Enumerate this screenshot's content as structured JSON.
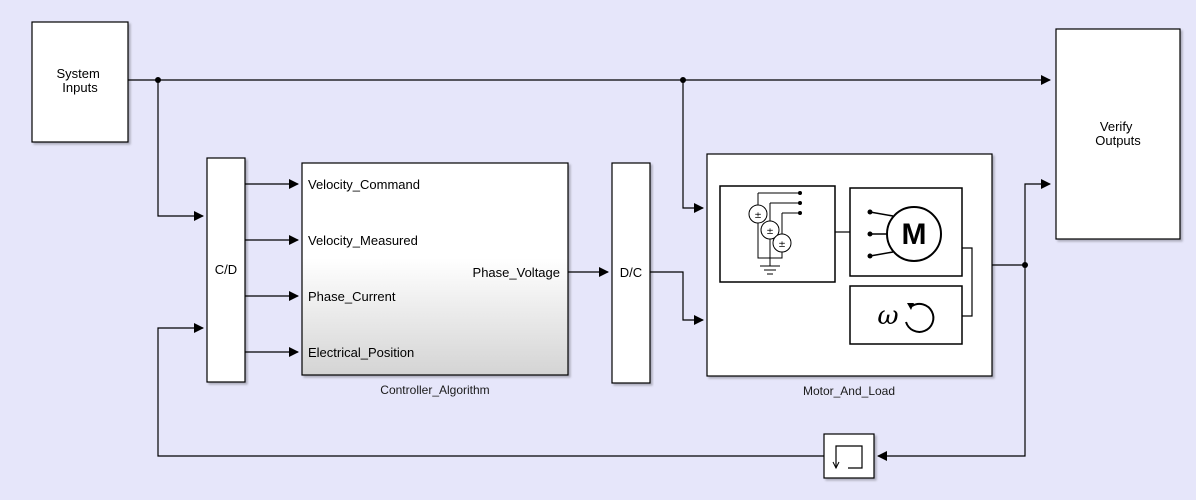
{
  "blocks": {
    "system_inputs": "System\nInputs",
    "verify_outputs": "Verify\nOutputs",
    "cd": "C/D",
    "dc": "D/C",
    "controller_caption": "Controller_Algorithm",
    "motor_caption": "Motor_And_Load"
  },
  "controller_ports": {
    "inputs": [
      "Velocity_Command",
      "Velocity_Measured",
      "Phase_Current",
      "Electrical_Position"
    ],
    "output": "Phase_Voltage"
  },
  "motor_icons": {
    "motor_letter": "M",
    "omega": "ω"
  },
  "colors": {
    "canvas": "#e6e6fa",
    "block_fill": "#ffffff",
    "line": "#000000"
  }
}
